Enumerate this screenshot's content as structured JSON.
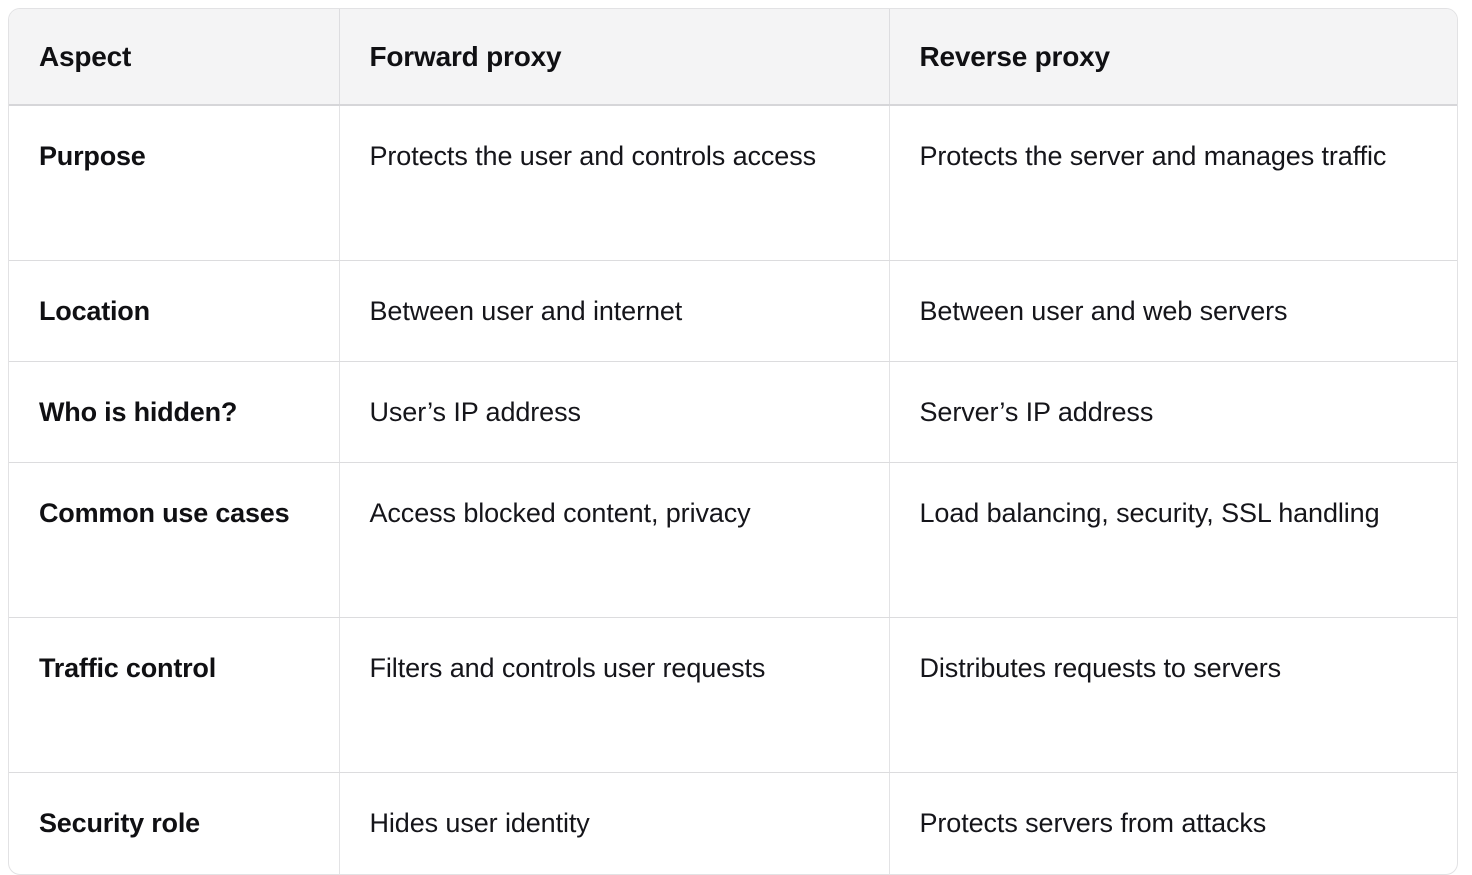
{
  "table": {
    "name": "forward-vs-reverse-proxy-comparison",
    "columns": [
      "Aspect",
      "Forward proxy",
      "Reverse proxy"
    ],
    "header": {
      "aspect": "Aspect",
      "forward": "Forward proxy",
      "reverse": "Reverse proxy"
    },
    "colors": {
      "header_background": "#f4f4f5",
      "header_text": "#101013",
      "body_background": "#ffffff",
      "body_text": "#15151a",
      "border": "#dcdcde",
      "outer_border": "#e2e2e4"
    },
    "rows": [
      {
        "aspect": "Purpose",
        "forward": "Protects the user and controls access",
        "reverse": "Protects the server and manages traffic"
      },
      {
        "aspect": "Location",
        "forward": "Between user and internet",
        "reverse": "Between user and web servers"
      },
      {
        "aspect": "Who is hidden?",
        "forward": "User’s IP address",
        "reverse": "Server’s IP address"
      },
      {
        "aspect": "Common use cases",
        "forward": "Access blocked content, privacy",
        "reverse": "Load balancing, security, SSL handling"
      },
      {
        "aspect": "Traffic control",
        "forward": "Filters and controls user requests",
        "reverse": "Distributes requests to servers"
      },
      {
        "aspect": "Security role",
        "forward": "Hides user identity",
        "reverse": "Protects servers from attacks"
      }
    ]
  }
}
